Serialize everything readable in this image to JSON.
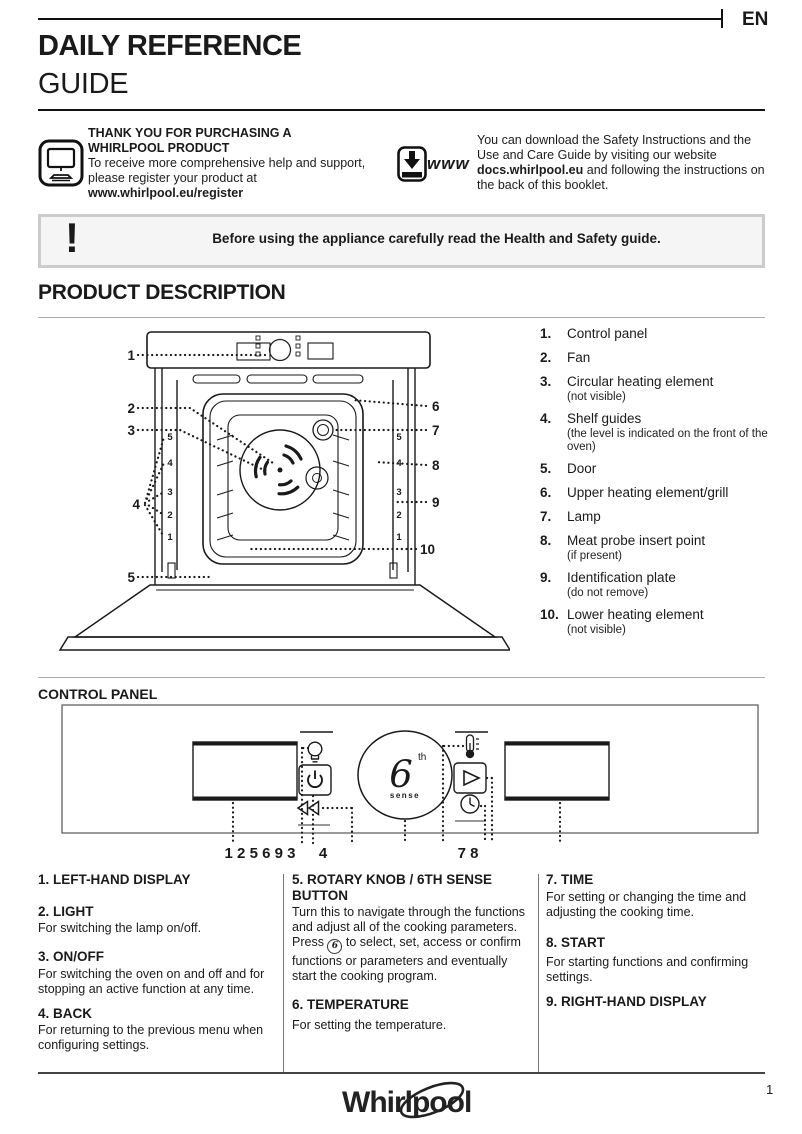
{
  "page": {
    "lang": "EN",
    "page_number": "1",
    "brand": "Whirlpool"
  },
  "header": {
    "title_line1": "DAILY REFERENCE",
    "title_line2": "GUIDE"
  },
  "register": {
    "heading_line1": "THANK YOU FOR PURCHASING A",
    "heading_line2": "WHIRLPOOL PRODUCT",
    "body": "To receive more comprehensive help and support, please register your product at",
    "url": "www.whirlpool.eu/register"
  },
  "download": {
    "www_label": "www",
    "text_before": "You can download the Safety Instructions and the Use and Care Guide by visiting our website ",
    "url": "docs.whirlpool.eu",
    "text_after": " and following the instructions on the back of this booklet."
  },
  "warning": {
    "mark": "!",
    "text": "Before using the appliance carefully read the Health and Safety guide."
  },
  "product": {
    "title": "PRODUCT DESCRIPTION",
    "items": [
      {
        "num": "1.",
        "label": "Control panel",
        "note": ""
      },
      {
        "num": "2.",
        "label": "Fan",
        "note": ""
      },
      {
        "num": "3.",
        "label": "Circular heating element",
        "note": "(not visible)"
      },
      {
        "num": "4.",
        "label": "Shelf guides",
        "note": "(the level is indicated on the front of the oven)"
      },
      {
        "num": "5.",
        "label": "Door",
        "note": ""
      },
      {
        "num": "6.",
        "label": "Upper heating element/grill",
        "note": ""
      },
      {
        "num": "7.",
        "label": "Lamp",
        "note": ""
      },
      {
        "num": "8.",
        "label": "Meat probe insert point",
        "note": "(if present)"
      },
      {
        "num": "9.",
        "label": "Identification plate",
        "note": "(do not remove)"
      },
      {
        "num": "10.",
        "label": "Lower heating element",
        "note": "(not visible)"
      }
    ],
    "diagram": {
      "callouts": [
        "1",
        "2",
        "3",
        "4",
        "5",
        "6",
        "7",
        "8",
        "9",
        "10"
      ],
      "shelf_levels": [
        "5",
        "4",
        "3",
        "2",
        "1"
      ]
    }
  },
  "panel": {
    "title": "CONTROL PANEL",
    "diagram": {
      "groups": [
        "1 2 5 6 9 3",
        "4",
        "7 8"
      ],
      "knob_six": "6",
      "knob_th": "th",
      "knob_sense": "sense"
    }
  },
  "controls": {
    "press_icon": "6",
    "col1": [
      {
        "title": "1. LEFT-HAND DISPLAY",
        "body": ""
      },
      {
        "title": "2. LIGHT",
        "body": "For switching the lamp on/off."
      },
      {
        "title": "3. ON/OFF",
        "body": "For switching the oven on and off and for stopping an active function at any time."
      },
      {
        "title": "4. BACK",
        "body": "For returning to the previous menu when configuring settings."
      }
    ],
    "col2": [
      {
        "title": "5. ROTARY KNOB / 6TH SENSE BUTTON",
        "body1": "Turn this to navigate through the functions and adjust all of the cooking parameters. Press ",
        "body2": " to select, set, access or confirm functions or parameters and eventually start the cooking program."
      },
      {
        "title": "6. TEMPERATURE",
        "body": "For setting the temperature."
      }
    ],
    "col3": [
      {
        "title": "7. TIME",
        "body": "For setting or changing the time and adjusting the cooking time."
      },
      {
        "title": "8. START",
        "body": "For starting functions and confirming settings."
      },
      {
        "title": "9. RIGHT-HAND DISPLAY",
        "body": ""
      }
    ]
  },
  "icons": {
    "register": "computer-monitor",
    "download": "www-download",
    "warning": "exclamation-mark",
    "light": "bulb",
    "onoff": "power",
    "back": "double-left-arrow",
    "temperature": "thermometer",
    "start": "play",
    "time": "clock"
  },
  "colors": {
    "text": "#1a1a1a",
    "gray_line": "#aaaaaa",
    "warning_bg": "#f5f5f5",
    "warning_border": "#cccccc"
  }
}
